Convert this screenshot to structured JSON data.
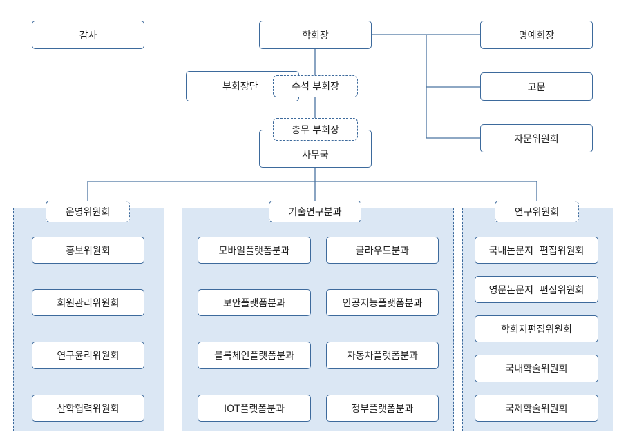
{
  "top": {
    "audit": "감사",
    "president": "학회장",
    "honorary": "명예회장",
    "advisor": "고문",
    "advisory_committee": "자문위원회",
    "vp_group": "부회장단",
    "senior_vp": "수석 부회장",
    "general_vp": "총무 부회장",
    "secretariat": "사무국"
  },
  "operations": {
    "title": "운영위원회",
    "items": [
      "홍보위원회",
      "회원관리위원회",
      "연구윤리위원회",
      "산학협력위원회"
    ]
  },
  "technical": {
    "title": "기술연구분과",
    "left": [
      "모바일플랫폼분과",
      "보안플랫폼분과",
      "블록체인플랫폼분과",
      "IOT플랫폼분과"
    ],
    "right": [
      "클라우드분과",
      "인공지능플랫폼분과",
      "자동차플랫폼분과",
      "정부플랫폼분과"
    ]
  },
  "research": {
    "title": "연구위원회",
    "items": [
      "국내논문지  편집위원회",
      "영문논문지  편집위원회",
      "학회지편집위원회",
      "국내학술위원회",
      "국제학술위원회"
    ]
  },
  "colors": {
    "border": "#3d6a9c",
    "group_fill": "#dbe7f4",
    "line": "#4a74a0"
  }
}
